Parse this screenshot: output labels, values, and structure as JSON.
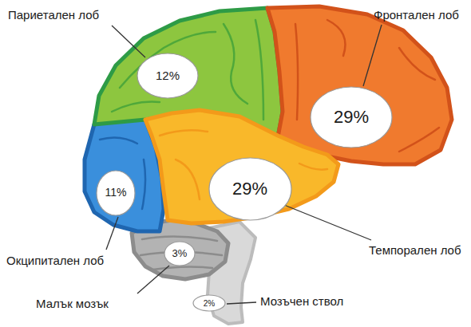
{
  "diagram": {
    "nodes": [
      {
        "text": [
          "12%"
        ]
      },
      {
        "text": [
          "29%"
        ]
      },
      {
        "text": [
          "11%"
        ]
      },
      {
        "text": [
          "29%"
        ]
      },
      {
        "text": [
          "3%"
        ]
      },
      {
        "text": [
          "2%"
        ]
      }
    ],
    "labels": [
      "Париетален лоб",
      "Фронтален лоб",
      "Окципитален лоб",
      "Темпорален лоб",
      "Малък мозък",
      "Мозъчен ствол"
    ]
  }
}
